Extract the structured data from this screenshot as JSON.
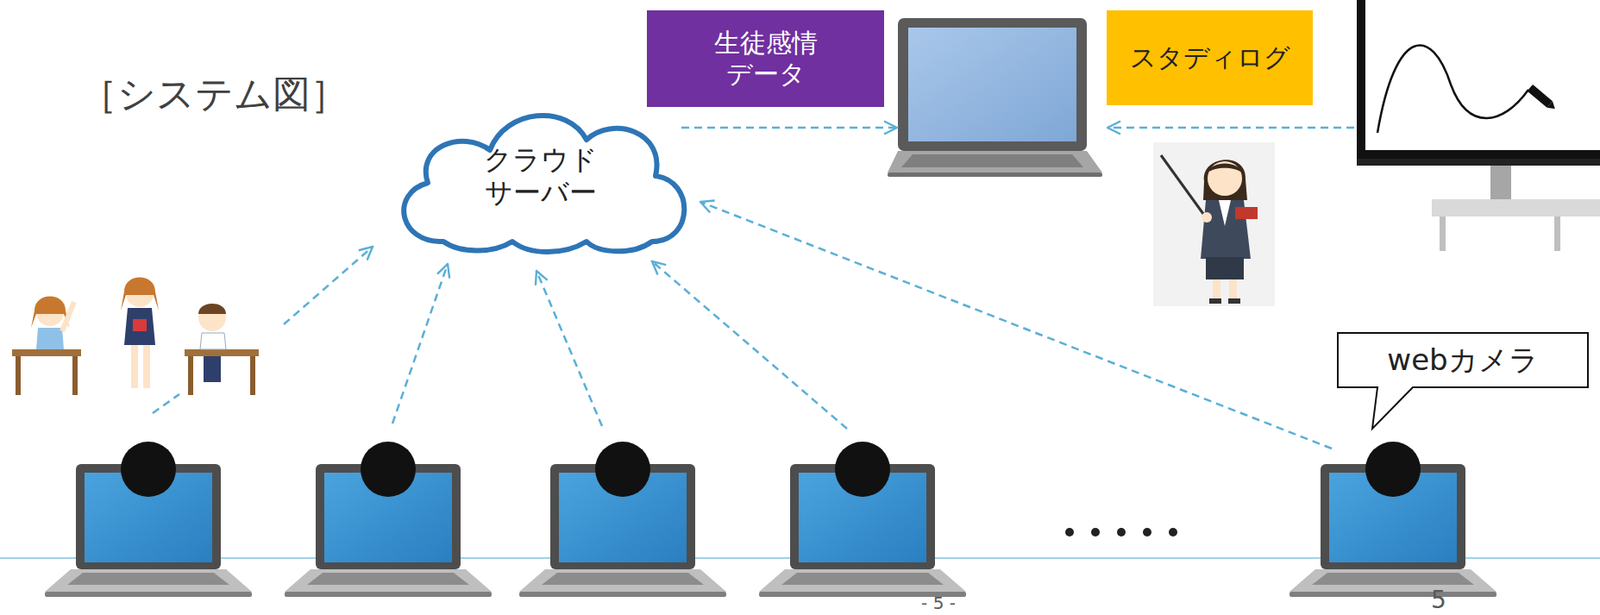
{
  "diagram": {
    "title": "［システム図］",
    "nodes": [
      {
        "text": [
          "生徒感情 データ"
        ]
      },
      {
        "text": [
          "スタディログ"
        ]
      },
      {
        "text": [
          "クラウド サーバー"
        ]
      },
      {
        "text": [
          "webカメラ"
        ]
      }
    ],
    "labels": [
      "- 5 -",
      "5"
    ]
  }
}
